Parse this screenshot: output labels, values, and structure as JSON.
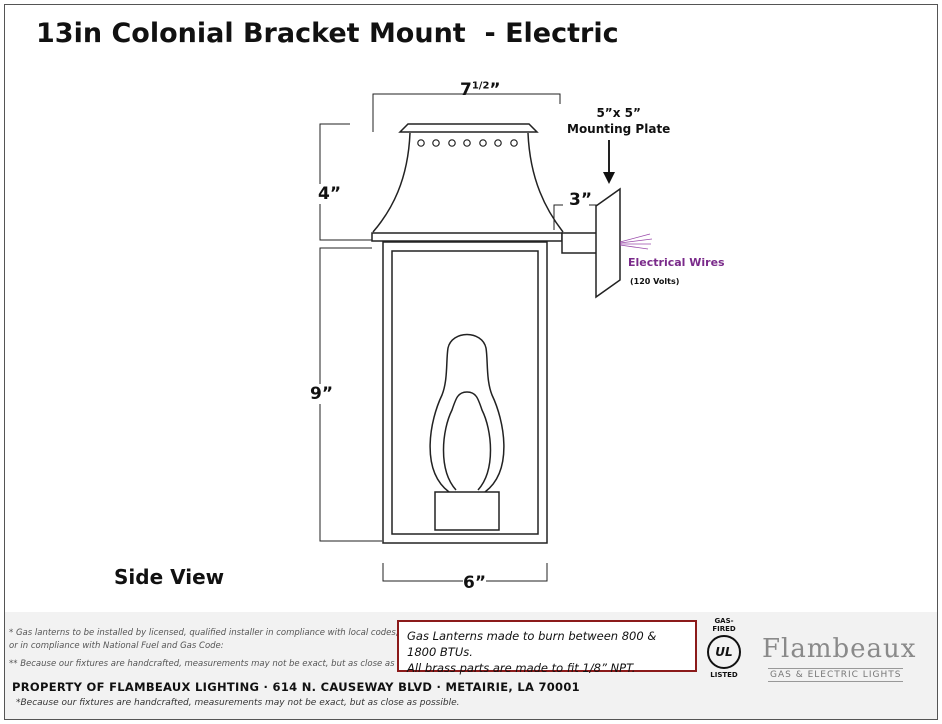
{
  "title": "13in Colonial Bracket Mount  - Electric",
  "dimensions": {
    "width_top": "7",
    "width_top_fraction": "1/2",
    "width_top_unit": "”",
    "height_top": "4”",
    "height_body": "9”",
    "width_bottom": "6”",
    "bracket_arm": "3”"
  },
  "mounting_plate": {
    "size": "5”x 5”",
    "label": "Mounting Plate"
  },
  "electrical": {
    "label": "Electrical Wires",
    "voltage": "(120 Volts)"
  },
  "view_label": "Side View",
  "notes": [
    "* Gas lanterns to be installed by licensed, qualified installer in compliance with local codes,",
    "  or in compliance with National Fuel and Gas Code:",
    "** Because our fixtures are handcrafted, measurements may not be exact, but as close as possible."
  ],
  "property_line": "PROPERTY OF FLAMBEAUX LIGHTING · 614 N. CAUSEWAY BLVD · METAIRIE, LA 70001",
  "property_note": "*Because our fixtures are handcrafted, measurements may not be exact, but as close as possible.",
  "gas_box": {
    "line1": "Gas Lanterns made to burn between 800 & 1800 BTUs.",
    "line2": "All brass parts are made to fit 1/8” NPT."
  },
  "ul_badge": {
    "top": "GAS-FIRED",
    "mark": "UL",
    "bottom": "LISTED"
  },
  "logo": {
    "name": "Flambeaux",
    "tagline": "GAS & ELECTRIC LIGHTS"
  },
  "colors": {
    "wire_label": "#7a2a8a",
    "box_border": "#8b1a1a"
  }
}
